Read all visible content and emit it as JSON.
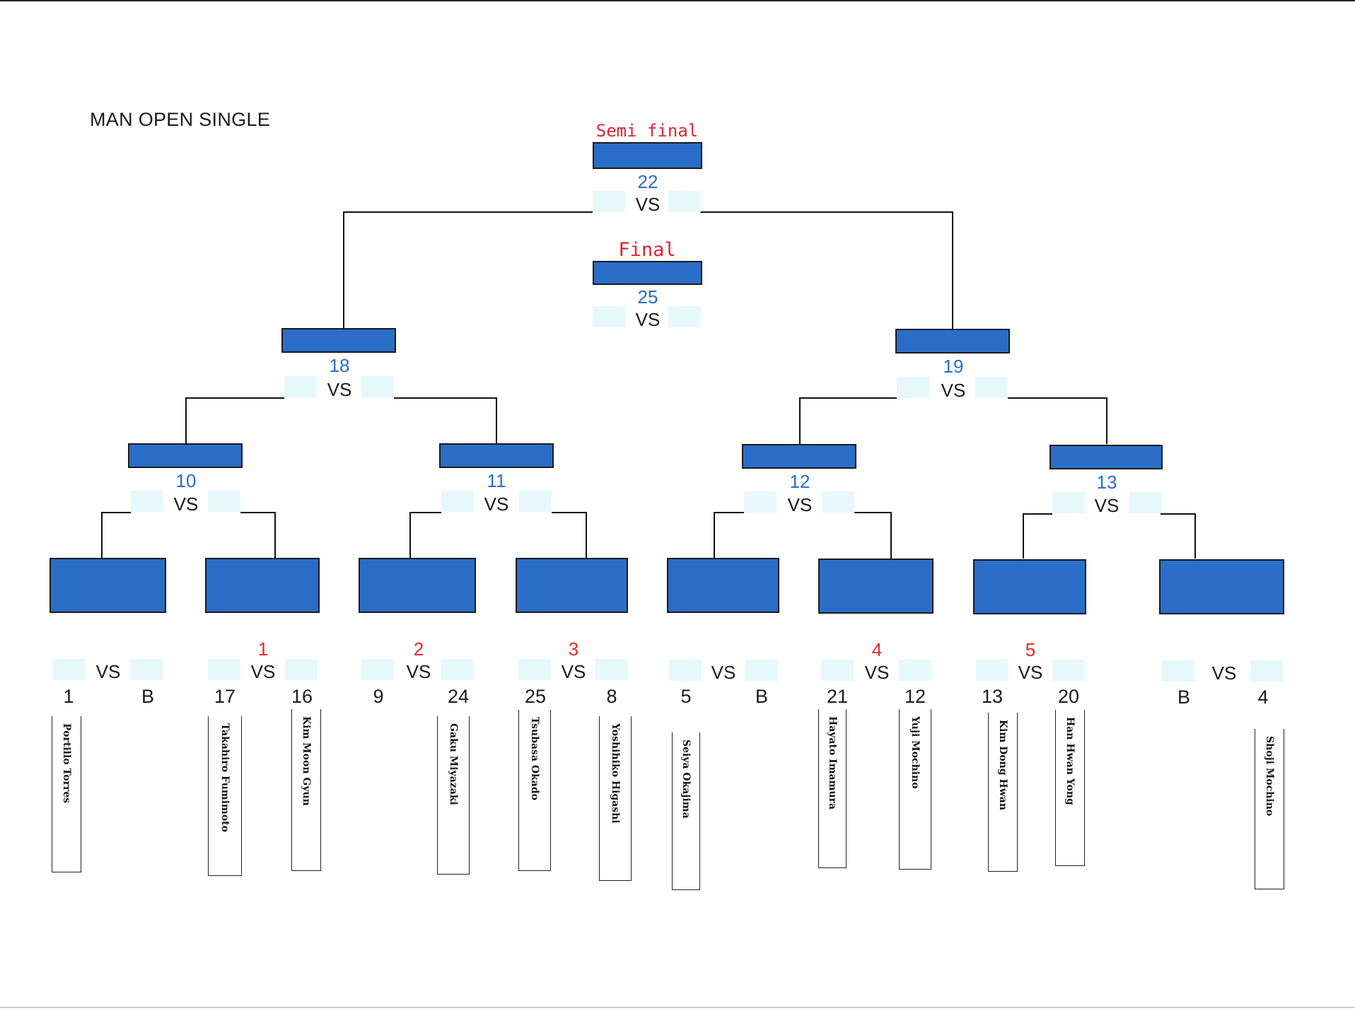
{
  "title": "MAN OPEN SINGLE",
  "rounds": {
    "semi_final_label": "Semi final",
    "final_label": "Final"
  },
  "vs_label": "VS",
  "matches": {
    "m22": "22",
    "m25": "25",
    "m18": "18",
    "m19": "19",
    "m10": "10",
    "m11": "11",
    "m12": "12",
    "m13": "13"
  },
  "first_round_matches": [
    {
      "seed": ""
    },
    {
      "seed": "1"
    },
    {
      "seed": "2"
    },
    {
      "seed": "3"
    },
    {
      "seed": ""
    },
    {
      "seed": "4"
    },
    {
      "seed": "5"
    },
    {
      "seed": ""
    }
  ],
  "entries": [
    {
      "number": "1",
      "name": "Portillo Torres"
    },
    {
      "number": "B",
      "name": ""
    },
    {
      "number": "17",
      "name": "Takahiro Fumimoto"
    },
    {
      "number": "16",
      "name": "Kim Moon Gyun"
    },
    {
      "number": "9",
      "name": ""
    },
    {
      "number": "24",
      "name": "Gaku Miyazaki"
    },
    {
      "number": "25",
      "name": "Tsubasa Okado"
    },
    {
      "number": "8",
      "name": "Yoshihiko Higashi"
    },
    {
      "number": "5",
      "name": "Seiya Okajima"
    },
    {
      "number": "B",
      "name": ""
    },
    {
      "number": "21",
      "name": "Hayato Imamura"
    },
    {
      "number": "12",
      "name": "Yuji Mochino"
    },
    {
      "number": "13",
      "name": "Kim Dong Hwan"
    },
    {
      "number": "20",
      "name": "Han Hwan Yong"
    },
    {
      "number": "B",
      "name": ""
    },
    {
      "number": "4",
      "name": "Shoji Mochino"
    }
  ],
  "colors": {
    "box_fill": "#2a6dc7",
    "match_number": "#2a6dc7",
    "seed": "#e02a2a",
    "round_label": "#d8263a",
    "cell": "#e6f8fa"
  }
}
